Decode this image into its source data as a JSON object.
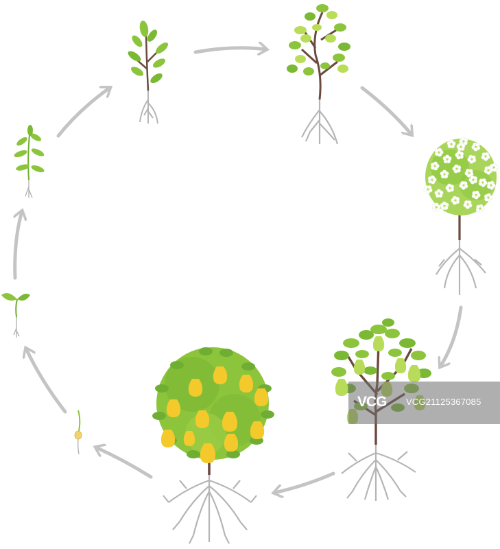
{
  "diagram": {
    "subject": "pear tree life cycle",
    "stages": [
      "seed",
      "sprout",
      "seedling",
      "young-plant",
      "young-tree",
      "flowering-tree",
      "unripe-fruit-tree",
      "ripe-fruit-tree"
    ],
    "colors": {
      "leaf": "#8cc43c",
      "leaf_light": "#b9dd57",
      "leaf_dark": "#5f9a2a",
      "trunk": "#6b4a3f",
      "root": "#b5b5b5",
      "arrow": "#c4c4c4",
      "blossom": "#ffffff",
      "blossom_center": "#b9dd57",
      "pear_green": "#b8dc5a",
      "pear_yellow": "#f3c92c",
      "seed": "#f0d36e"
    }
  },
  "watermark": {
    "logo": "VCG",
    "text": "VCG21125367085"
  }
}
